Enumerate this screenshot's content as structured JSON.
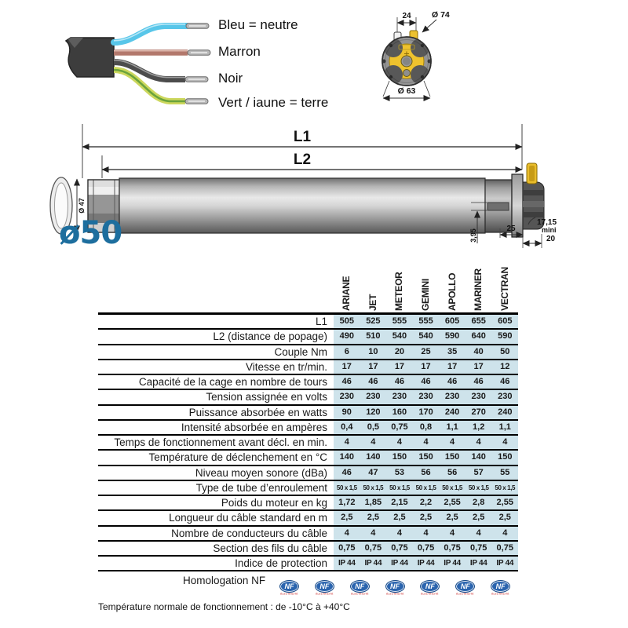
{
  "wiring": {
    "labels": [
      "Bleu = neutre",
      "Marron",
      "Noir",
      "Vert / iaune = terre"
    ],
    "wire_colors": {
      "neutre": "#58c6e9",
      "marron": "#b3786c",
      "noir": "#4c4c4c",
      "terre": "#a8c33c"
    }
  },
  "head_view": {
    "tab_width": "24",
    "outer_diameter": "Ø 74",
    "body_diameter": "Ø 63"
  },
  "side_view": {
    "l1": "L1",
    "l2": "L2",
    "tube_diameter": "Ø 47",
    "product_diameter": "ø50",
    "slot_height": "3,95",
    "crown_width": "25",
    "min_depth": "17,15",
    "min_label": "mini",
    "head_depth": "20"
  },
  "table": {
    "columns": [
      "ARIANE",
      "JET",
      "METEOR",
      "GEMINI",
      "APOLLO",
      "MARINER",
      "VECTRAN"
    ],
    "rows": [
      {
        "label": "L1",
        "values": [
          "505",
          "525",
          "555",
          "555",
          "605",
          "655",
          "605"
        ]
      },
      {
        "label": "L2 (distance de popage)",
        "values": [
          "490",
          "510",
          "540",
          "540",
          "590",
          "640",
          "590"
        ]
      },
      {
        "label": "Couple Nm",
        "values": [
          "6",
          "10",
          "20",
          "25",
          "35",
          "40",
          "50"
        ]
      },
      {
        "label": "Vitesse en tr/min.",
        "values": [
          "17",
          "17",
          "17",
          "17",
          "17",
          "17",
          "12"
        ]
      },
      {
        "label": "Capacité de la cage en nombre de tours",
        "values": [
          "46",
          "46",
          "46",
          "46",
          "46",
          "46",
          "46"
        ]
      },
      {
        "label": "Tension assignée en volts",
        "values": [
          "230",
          "230",
          "230",
          "230",
          "230",
          "230",
          "230"
        ]
      },
      {
        "label": "Puissance absorbée en watts",
        "values": [
          "90",
          "120",
          "160",
          "170",
          "240",
          "270",
          "240"
        ]
      },
      {
        "label": "Intensité absorbée en ampères",
        "values": [
          "0,4",
          "0,5",
          "0,75",
          "0,8",
          "1,1",
          "1,2",
          "1,1"
        ]
      },
      {
        "label": "Temps de fonctionnement avant décl. en min.",
        "values": [
          "4",
          "4",
          "4",
          "4",
          "4",
          "4",
          "4"
        ]
      },
      {
        "label": "Température de déclenchement en °C",
        "values": [
          "140",
          "140",
          "150",
          "150",
          "150",
          "140",
          "150"
        ]
      },
      {
        "label": "Niveau moyen sonore (dBa)",
        "values": [
          "46",
          "47",
          "53",
          "56",
          "56",
          "57",
          "55"
        ]
      },
      {
        "label": "Type de tube d’enroulement",
        "values": [
          "50 x 1,5",
          "50 x 1,5",
          "50 x 1,5",
          "50 x 1,5",
          "50 x 1,5",
          "50 x 1,5",
          "50 x 1,5"
        ]
      },
      {
        "label": "Poids du moteur en kg",
        "values": [
          "1,72",
          "1,85",
          "2,15",
          "2,2",
          "2,55",
          "2,8",
          "2,55"
        ]
      },
      {
        "label": "Longueur du câble standard en m",
        "values": [
          "2,5",
          "2,5",
          "2,5",
          "2,5",
          "2,5",
          "2,5",
          "2,5"
        ]
      },
      {
        "label": "Nombre de conducteurs du câble",
        "values": [
          "4",
          "4",
          "4",
          "4",
          "4",
          "4",
          "4"
        ]
      },
      {
        "label": "Section des fils du câble",
        "values": [
          "0,75",
          "0,75",
          "0,75",
          "0,75",
          "0,75",
          "0,75",
          "0,75"
        ]
      },
      {
        "label": "Indice de protection",
        "values": [
          "IP 44",
          "IP 44",
          "IP 44",
          "IP 44",
          "IP 44",
          "IP 44",
          "IP 44"
        ]
      },
      {
        "label": "Homologation NF",
        "nf_badges": 7
      }
    ],
    "footnote": "Température normale de fonctionnement : de -10°C à +40°C"
  },
  "nf_logo": {
    "text": "NF",
    "subtext": "ÉLECTRICITÉ",
    "color": "#2a64ae"
  },
  "accent_colors": {
    "table_fill": "#cee3eb",
    "diameter_blue": "#1d6e9e",
    "somfy_yellow": "#eec22e"
  }
}
